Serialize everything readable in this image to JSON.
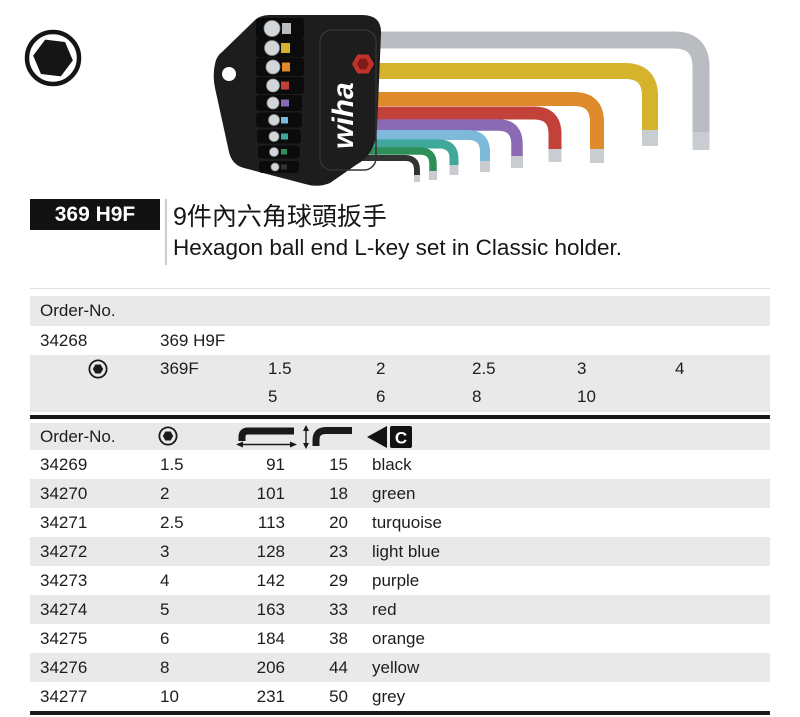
{
  "product": {
    "badge": "369 H9F",
    "title_zh": "9件內六角球頭扳手",
    "title_en": "Hexagon ball end L-key set in Classic holder.",
    "brand_logo": "wiha",
    "logo_red": "#c4302b",
    "keys": [
      {
        "size": "10",
        "color_name": "grey",
        "hex": "#b9bdc1"
      },
      {
        "size": "8",
        "color_name": "yellow",
        "hex": "#d5b32c"
      },
      {
        "size": "6",
        "color_name": "orange",
        "hex": "#df8b2b"
      },
      {
        "size": "5",
        "color_name": "red",
        "hex": "#c2423a"
      },
      {
        "size": "4",
        "color_name": "purple",
        "hex": "#8a6ab2"
      },
      {
        "size": "3",
        "color_name": "light blue",
        "hex": "#7cb9da"
      },
      {
        "size": "2.5",
        "color_name": "turquoise",
        "hex": "#3fa89a"
      },
      {
        "size": "2",
        "color_name": "green",
        "hex": "#2f8f5b"
      },
      {
        "size": "1.5",
        "color_name": "black",
        "hex": "#333333"
      }
    ]
  },
  "upper_table": {
    "header_label": "Order-No.",
    "set_order_no": "34268",
    "set_model": "369 H9F",
    "series": "369F",
    "sizes_line1": [
      "1.5",
      "2",
      "2.5",
      "3",
      "4"
    ],
    "sizes_line2": [
      "5",
      "6",
      "8",
      "10"
    ]
  },
  "lower_table": {
    "header_order_label": "Order-No.",
    "rows": [
      {
        "order_no": "34269",
        "hex": "1.5",
        "long_arm": "91",
        "short_arm": "15",
        "color": "black"
      },
      {
        "order_no": "34270",
        "hex": "2",
        "long_arm": "101",
        "short_arm": "18",
        "color": "green"
      },
      {
        "order_no": "34271",
        "hex": "2.5",
        "long_arm": "113",
        "short_arm": "20",
        "color": "turquoise"
      },
      {
        "order_no": "34272",
        "hex": "3",
        "long_arm": "128",
        "short_arm": "23",
        "color": "light blue"
      },
      {
        "order_no": "34273",
        "hex": "4",
        "long_arm": "142",
        "short_arm": "29",
        "color": "purple"
      },
      {
        "order_no": "34274",
        "hex": "5",
        "long_arm": "163",
        "short_arm": "33",
        "color": "red"
      },
      {
        "order_no": "34275",
        "hex": "6",
        "long_arm": "184",
        "short_arm": "38",
        "color": "orange"
      },
      {
        "order_no": "34276",
        "hex": "8",
        "long_arm": "206",
        "short_arm": "44",
        "color": "yellow"
      },
      {
        "order_no": "34277",
        "hex": "10",
        "long_arm": "231",
        "short_arm": "50",
        "color": "grey"
      }
    ]
  },
  "icons": {
    "catalog": "hex-socket-icon",
    "hex_size": "hex-socket-icon",
    "long_arm": "l-key-long-arm-length-icon",
    "short_arm": "l-key-short-arm-length-icon",
    "color_code": "color-code-icon",
    "color_code_label": "C"
  },
  "colors": {
    "row_stripe_bg": "#e9e9e9",
    "rule": "#1a1a1a",
    "silver_tip": "#c9cdd1"
  }
}
